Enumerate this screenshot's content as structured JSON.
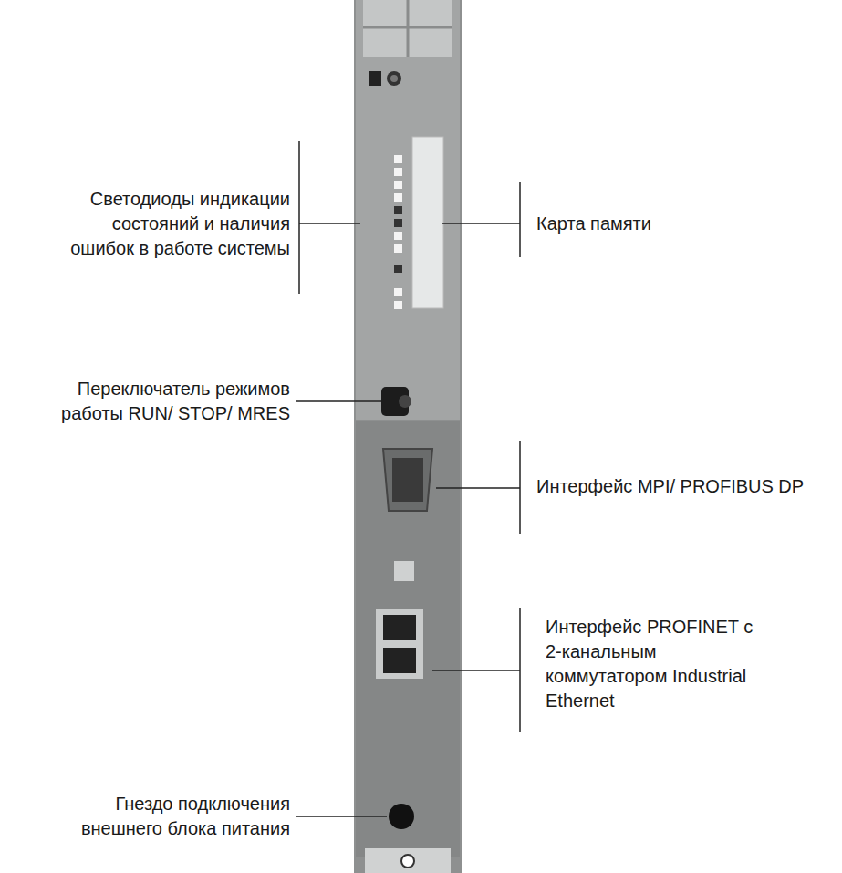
{
  "diagram": {
    "labels": [
      "Светодиоды индикации состояний и наличия ошибок в работе системы",
      "Карта памяти",
      "Переключатель режимов работы RUN/ STOP/ MRES",
      "Интерфейс MPI/ PROFIBUS DP",
      "Интерфейс PROFINET с 2-канальным коммутатором Industrial Ethernet",
      "Гнездо подключения внешнего блока питания"
    ]
  }
}
